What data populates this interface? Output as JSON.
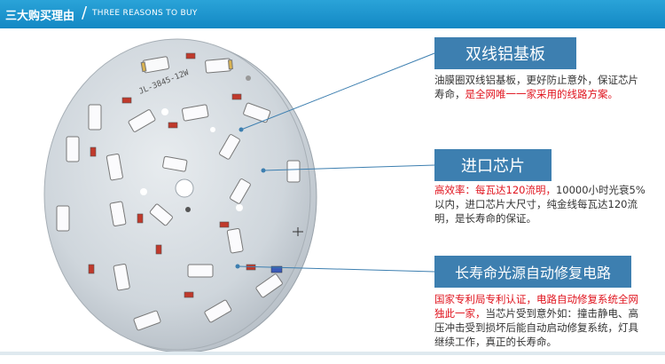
{
  "header": {
    "title_cn": "三大购买理由",
    "separator": "/",
    "title_en": "THREE REASONS TO BUY"
  },
  "board": {
    "label": "JL-3845-12W"
  },
  "reasons": [
    {
      "title": "双线铝基板",
      "desc_normal": "油膜圈双线铝基板，更好防止意外，保证芯片寿命，",
      "desc_red": "是全网唯一一家采用的线路方案。"
    },
    {
      "title": "进口芯片",
      "desc_red": "高效率：每瓦达120流明，",
      "desc_normal": "10000小时光衰5%以内，进口芯片大尺寸，纯金线每瓦达120流明，是长寿命的保证。"
    },
    {
      "title": "长寿命光源自动修复电路",
      "desc_red": "国家专利局专利认证，电路自动修复系统全网独此一家，",
      "desc_normal": "当芯片受到意外如：撞击静电、高压冲击受到损坏后能自动启动修复系统，灯具继续工作，真正的长寿命。"
    }
  ],
  "colors": {
    "header_blue": "#1a93cf",
    "box_blue": "#3d7fb0",
    "highlight_red": "#e0141e"
  }
}
